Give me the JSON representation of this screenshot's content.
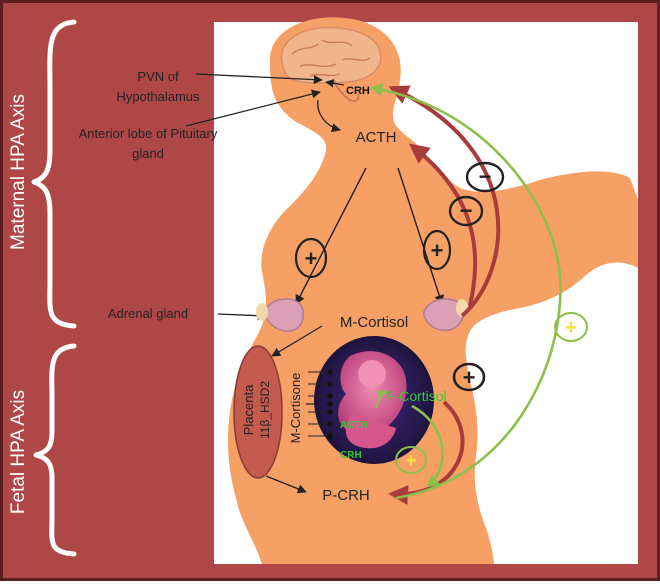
{
  "axes": {
    "maternal": "Maternal HPA Axis",
    "fetal": "Fetal HPA Axis"
  },
  "labels": {
    "pvn_line1": "PVN of",
    "pvn_line2": "Hypothalamus",
    "crh_maternal": "CRH",
    "pituitary_line1": "Anterior lobe of Pituitary",
    "pituitary_line2": "gland",
    "acth_maternal": "ACTH",
    "adrenal": "Adrenal gland",
    "m_cortisol": "M-Cortisol",
    "placenta_line1": "Placenta",
    "placenta_line2": "11β_HSD2",
    "m_cortisone": "M-Cortisone",
    "f_cortisol": "F-Cortisol",
    "acth_fetal": "ACTH",
    "crh_fetal": "CRH",
    "p_crh": "P-CRH"
  },
  "signs": {
    "plus": "+",
    "minus": "−"
  },
  "colors": {
    "frame": "#b04747",
    "silhouette": "#f6a066",
    "arrow_feedback": "#a83c3c",
    "arrow_green": "#8dbf4a",
    "fetal_text": "#33cc33",
    "sac": "#2b1f5c",
    "placenta": "#c55a4e"
  }
}
